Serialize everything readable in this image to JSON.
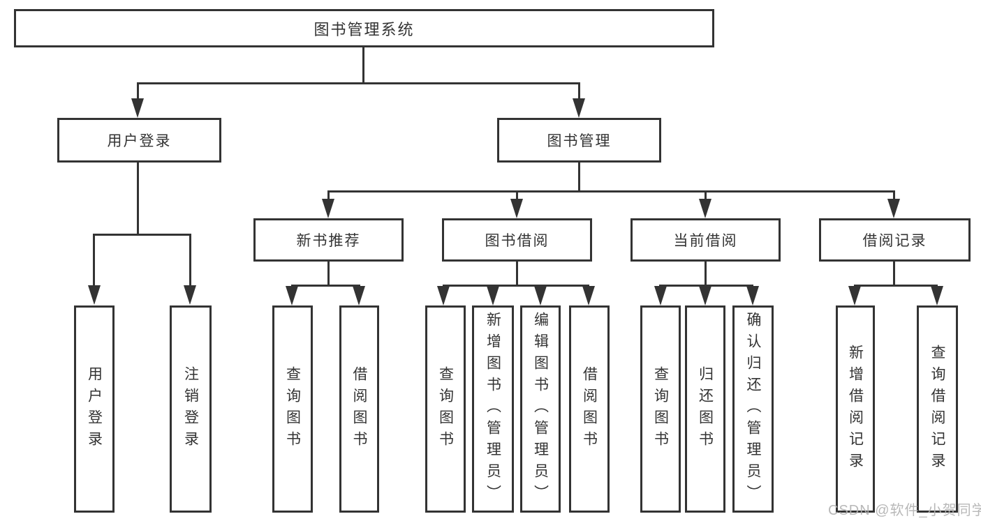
{
  "diagram": {
    "root": {
      "label": "图书管理系统"
    },
    "level2": [
      {
        "label": "用户登录"
      },
      {
        "label": "图书管理"
      }
    ],
    "level3": [
      {
        "label": "新书推荐"
      },
      {
        "label": "图书借阅"
      },
      {
        "label": "当前借阅"
      },
      {
        "label": "借阅记录"
      }
    ],
    "leaves": {
      "user_login": [
        {
          "label": "用户登录"
        },
        {
          "label": "注销登录"
        }
      ],
      "new_books": [
        {
          "label": "查询图书"
        },
        {
          "label": "借阅图书"
        }
      ],
      "book_borrow": [
        {
          "label": "查询图书"
        },
        {
          "label": "新增图书（管理员）"
        },
        {
          "label": "编辑图书（管理员）"
        },
        {
          "label": "借阅图书"
        }
      ],
      "current_borrow": [
        {
          "label": "查询图书"
        },
        {
          "label": "归还图书"
        },
        {
          "label": "确认归还（管理员）"
        }
      ],
      "borrow_records": [
        {
          "label": "新增借阅记录"
        },
        {
          "label": "查询借阅记录"
        }
      ]
    }
  },
  "watermark": {
    "text": "CSDN @软件_小贺同学"
  },
  "colors": {
    "line": "#333333",
    "text": "#333333",
    "background": "#ffffff",
    "watermark": "#b2b2b2"
  }
}
